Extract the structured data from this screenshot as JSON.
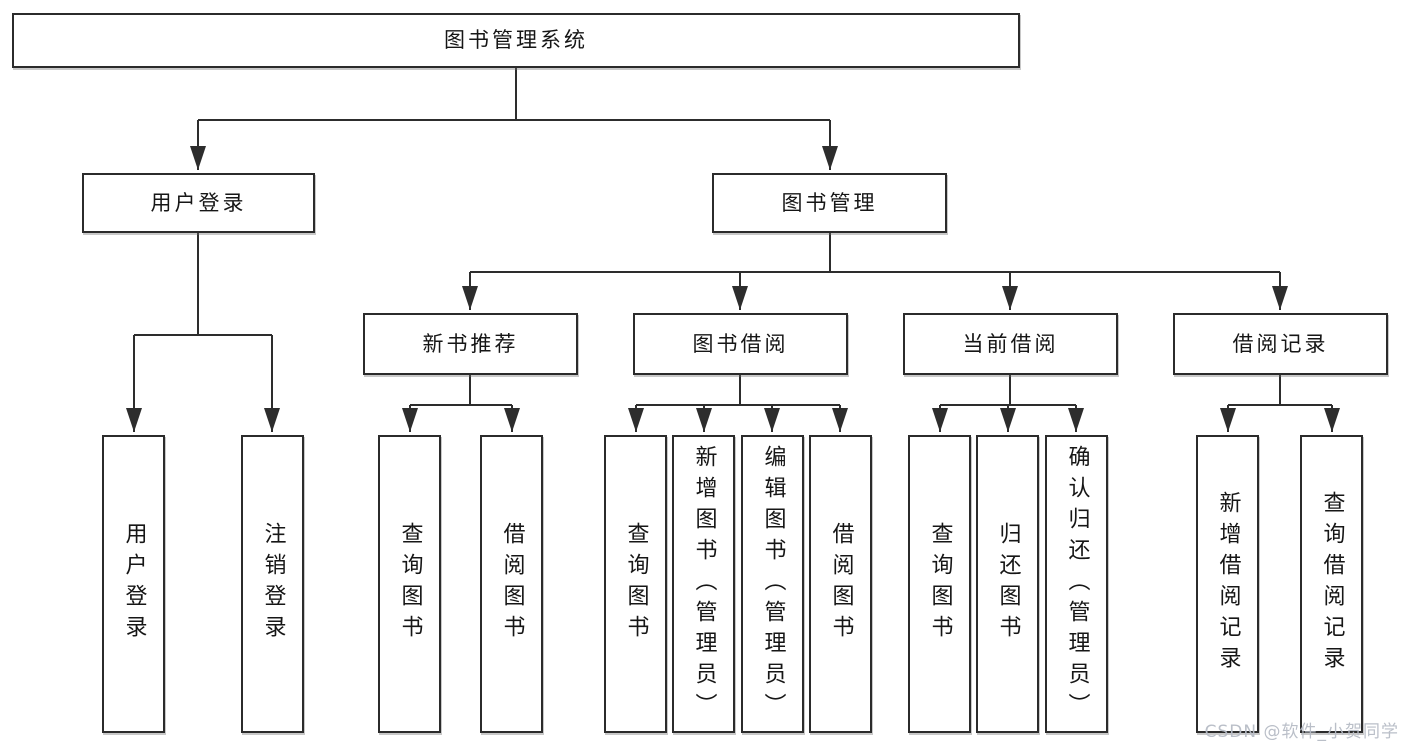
{
  "diagram": {
    "root": {
      "label": "图书管理系统"
    },
    "level2": [
      "用户登录",
      "图书管理"
    ],
    "level3": [
      "新书推荐",
      "图书借阅",
      "当前借阅",
      "借阅记录"
    ],
    "groups": {
      "login": [
        "用户登录",
        "注销登录"
      ],
      "newbook": [
        "查询图书",
        "借阅图书"
      ],
      "borrow": [
        "查询图书",
        "新增图书（管理员）",
        "编辑图书（管理员）",
        "借阅图书"
      ],
      "current": [
        "查询图书",
        "归还图书",
        "确认归还（管理员）"
      ],
      "records": [
        "新增借阅记录",
        "查询借阅记录"
      ]
    }
  },
  "watermark": "CSDN @软件_小贺同学",
  "colors": {
    "line": "#2d2d2d",
    "box_border": "#2b2b2b",
    "background": "#ffffff",
    "watermark_text": "#b7bcc6"
  }
}
